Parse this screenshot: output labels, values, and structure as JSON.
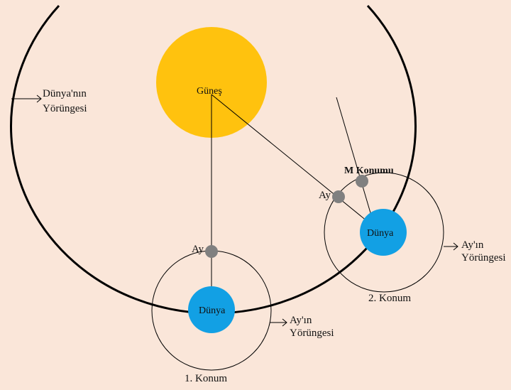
{
  "sun": {
    "label": "Güneş",
    "color": "#ffc20e"
  },
  "earth_orbit": {
    "label_line1": "Dünya'nın",
    "label_line2": "Yörüngesi"
  },
  "position1": {
    "caption": "1. Konum",
    "earth_label": "Dünya",
    "moon_label": "Ay",
    "moon_orbit_line1": "Ay'ın",
    "moon_orbit_line2": "Yörüngesi"
  },
  "position2": {
    "caption": "2. Konum",
    "earth_label": "Dünya",
    "moon_label": "Ay",
    "moon_orbit_line1": "Ay'ın",
    "moon_orbit_line2": "Yörüngesi",
    "m_position_label": "M Konumu"
  },
  "colors": {
    "background": "#fae6d9",
    "earth": "#12a0e4",
    "moon": "#808080",
    "sun": "#ffc20e",
    "orbit_line": "#000000"
  }
}
